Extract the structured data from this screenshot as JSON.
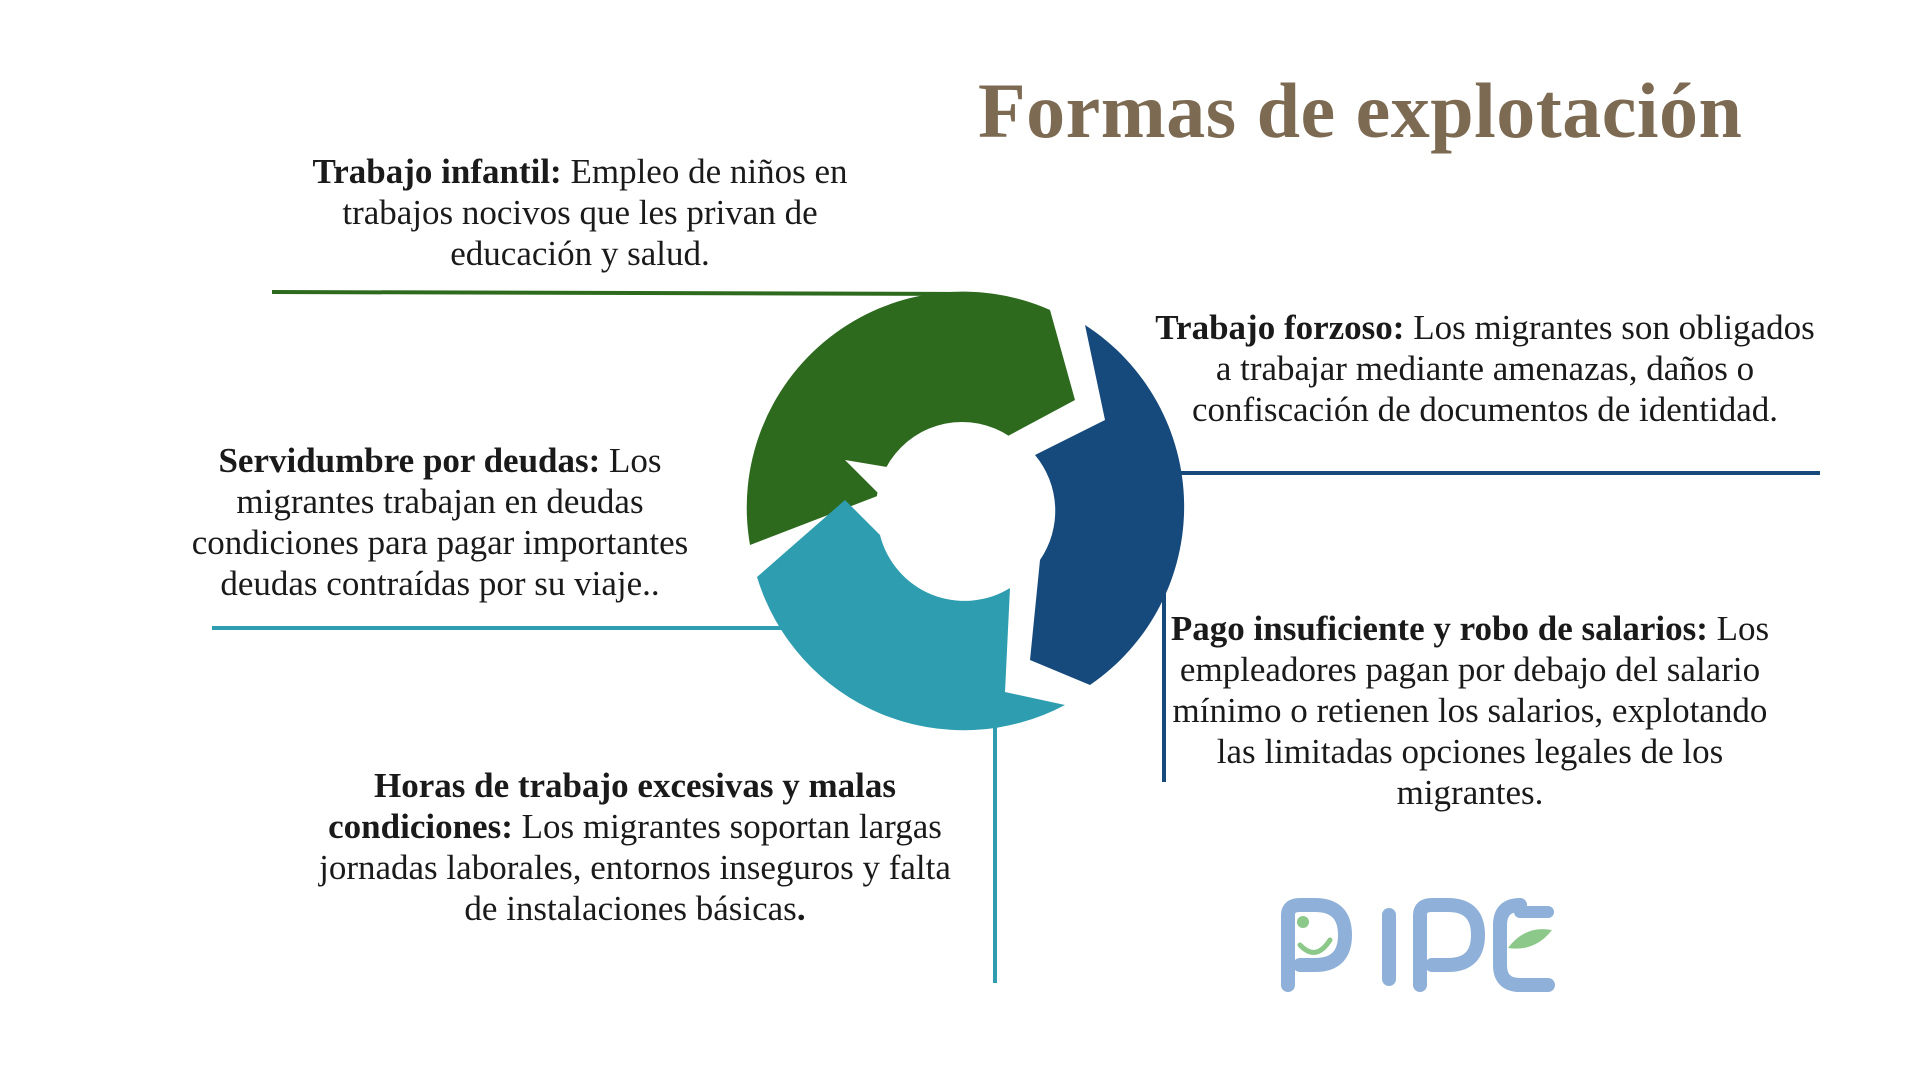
{
  "title": "Formas de explotación",
  "items": [
    {
      "key": "infantil",
      "heading": "Trabajo infantil:",
      "text": " Empleo de niños en trabajos nocivos que les privan de educación y salud.",
      "color": "#2d6a1e"
    },
    {
      "key": "forzoso",
      "heading": "Trabajo forzoso:",
      "text": " Los migrantes son obligados a trabajar mediante amenazas, daños o confiscación de documentos de identidad.",
      "color": "#174a7c"
    },
    {
      "key": "deudas",
      "heading": "Servidumbre por deudas:",
      "text": " Los migrantes trabajan en deudas condiciones para pagar importantes deudas contraídas por su viaje..",
      "color": "#2e9db0"
    },
    {
      "key": "pago",
      "heading": "Pago insuficiente y robo de salarios:",
      "text": " Los empleadores pagan por debajo del salario mínimo o retienen los salarios, explotando las limitadas opciones legales de los migrantes.",
      "color": "#174a7c"
    },
    {
      "key": "horas",
      "heading": "Horas de trabajo excesivas y malas condiciones:",
      "text": " Los migrantes soportan largas jornadas laborales, entornos inseguros y falta de instalaciones básicas",
      "suffix": ".",
      "color": "#2e9db0"
    }
  ],
  "logo": {
    "text": "PIPE",
    "color": "#8fb0d8",
    "accent": "#8cc88a"
  }
}
